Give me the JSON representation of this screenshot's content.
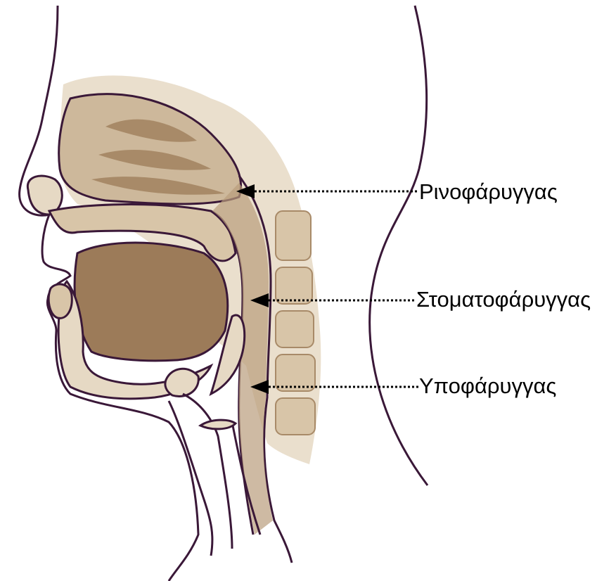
{
  "labels": {
    "nasopharynx": "Ρινοφάρυγγας",
    "oropharynx": "Στοματοφάρυγγας",
    "hypopharynx": "Υποφάρυγγας"
  },
  "colors": {
    "outline": "#3a1838",
    "tissue_light": "#e6d9c4",
    "tissue_mid": "#cdb89b",
    "tissue_dark": "#a88a68",
    "tongue": "#9c7b59",
    "arrow": "#000000"
  }
}
